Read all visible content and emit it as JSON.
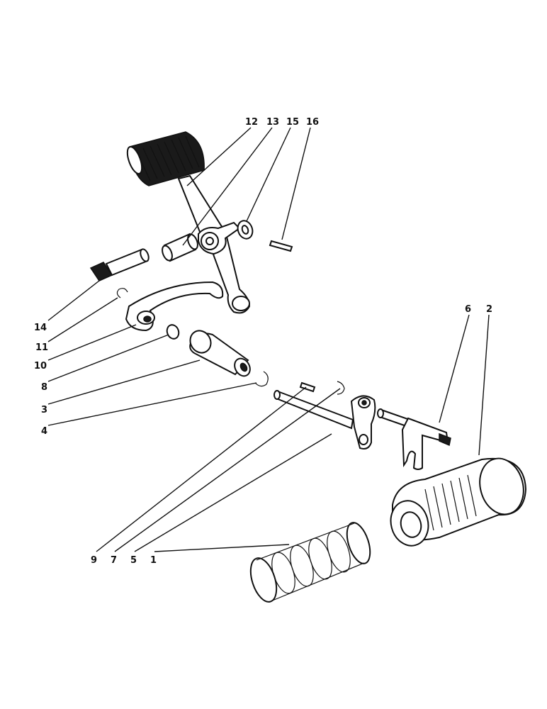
{
  "callouts": {
    "c12": "12",
    "c13": "13",
    "c15": "15",
    "c16": "16",
    "c14": "14",
    "c11": "11",
    "c10": "10",
    "c8": "8",
    "c3": "3",
    "c4": "4",
    "c6": "6",
    "c2": "2",
    "c9": "9",
    "c7": "7",
    "c5": "5",
    "c1": "1"
  }
}
